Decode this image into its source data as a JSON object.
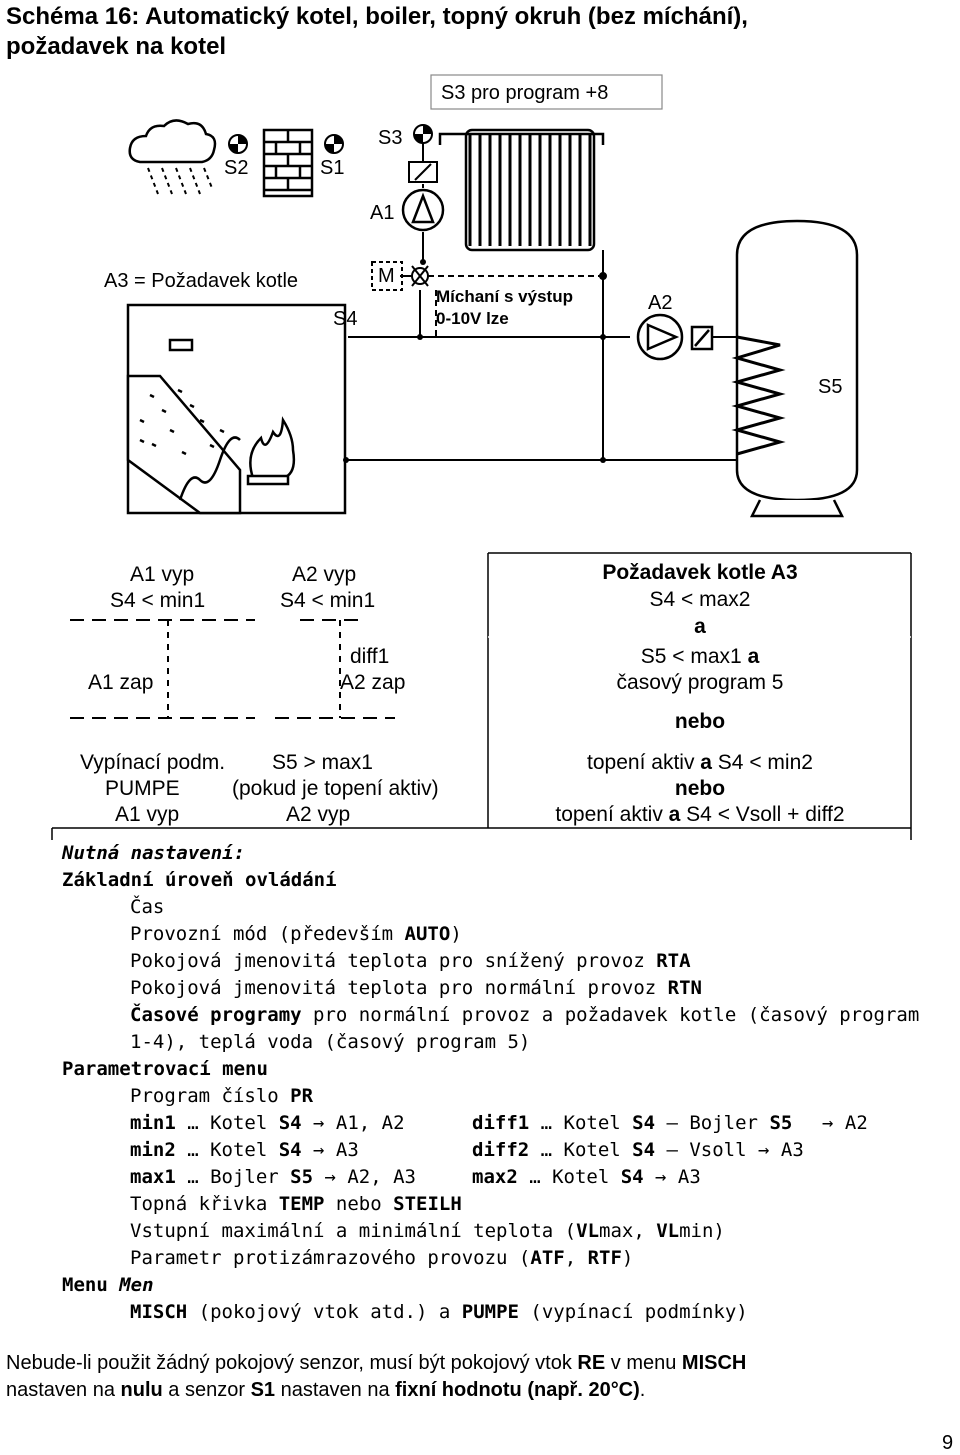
{
  "title": {
    "line1": "Schéma 16: Automatický kotel, boiler, topný okruh (bez míchání),",
    "line2": "požadavek na kotel"
  },
  "diagram": {
    "s3_program_note": "S3 pro program +8",
    "sensor_s2": "S2",
    "sensor_s1": "S1",
    "sensor_s3": "S3",
    "pump_a1": "A1",
    "a3_label": "A3 = Požadavek kotle",
    "motor_m": "M",
    "mixer_note_1": "Míchaní s výstup",
    "mixer_note_2": "0-10V lze",
    "sensor_s4": "S4",
    "pump_a2": "A2",
    "sensor_s5": "S5"
  },
  "left_box": {
    "a1_off": "A1 vyp",
    "a1_off_cond": "S4 < min1",
    "a2_off": "A2 vyp",
    "a2_off_cond": "S4 < min1",
    "diff1": "diff1",
    "a1_on": "A1 zap",
    "a2_on": "A2 zap",
    "stop_cond": "Vypínací podm.",
    "s5_max1": "S5 > max1",
    "pumpe": "PUMPE",
    "if_heating": "(pokud je topení aktiv)",
    "a1_off_2": "A1 vyp",
    "a2_off_2": "A2 vyp"
  },
  "right_box": {
    "heading": "Požadavek kotle A3",
    "l1": "S4 < max2",
    "l2": "a",
    "l3a": "S5 < max1 ",
    "l3b": "a",
    "l4": "časový program 5",
    "l5": "nebo",
    "l6a": "topení aktiv ",
    "l6b": "a",
    "l6c": " S4 < min2",
    "l7": "nebo",
    "l8a": "topení aktiv ",
    "l8b": "a",
    "l8c": " S4 < Vsoll + diff2"
  },
  "settings": {
    "heading": "Nutná nastavení:",
    "basic": "Základní úroveň ovládání",
    "time": "Čas",
    "mode_a": "Provozní mód (především ",
    "mode_b": "AUTO",
    "mode_c": ")",
    "rta_a": "Pokojová jmenovitá teplota pro snížený provoz ",
    "rta_b": "RTA",
    "rtn_a": "Pokojová jmenovitá teplota pro normální provoz ",
    "rtn_b": "RTN",
    "prog_a": "Časové programy",
    "prog_b": " pro normální provoz a požadavek kotle (časový program",
    "prog_c": "1-4), teplá voda (časový program 5)",
    "param_menu": "Parametrovací menu",
    "prog_num_a": "Program číslo ",
    "prog_num_b": "PR",
    "min1_k": "min1",
    "min1_t": " … Kotel ",
    "min1_s": "S4",
    "min1_r": " → A1, A2",
    "diff1_k": "diff1",
    "diff1_t": " … Kotel ",
    "diff1_s": "S4",
    "diff1_m": " – Bojler ",
    "diff1_s2": "S5",
    "diff1_r": "→ A2",
    "min2_k": "min2",
    "min2_t": " … Kotel ",
    "min2_s": "S4",
    "min2_r": " → A3",
    "diff2_k": "diff2",
    "diff2_t": " … Kotel ",
    "diff2_s": "S4",
    "diff2_m": " – Vsoll ",
    "diff2_r": "→ A3",
    "max1_k": "max1",
    "max1_t": " … Bojler ",
    "max1_s": "S5",
    "max1_r": " → A2, A3",
    "max2_k": "max2",
    "max2_t": " … Kotel ",
    "max2_s": "S4",
    "max2_r": " → A3",
    "curve_a": "Topná křivka ",
    "curve_b": "TEMP",
    "curve_c": " nebo ",
    "curve_d": "STEILH",
    "vl_a": "Vstupní maximální a minimální teplota (",
    "vl_b": "VL",
    "vl_c": "max, ",
    "vl_d": "VL",
    "vl_e": "min)",
    "frost_a": "Parametr protizámrazového provozu (",
    "frost_b": "ATF",
    "frost_c": ", ",
    "frost_d": "RTF",
    "frost_e": ")",
    "menu_a": "Menu ",
    "menu_b": "Men",
    "misch_a": "MISCH",
    "misch_b": " (pokojový vtok atd.) a ",
    "misch_c": "PUMPE",
    "misch_d": " (vypínací podmínky)"
  },
  "footer": {
    "a": "Nebude-li použit žádný pokojový senzor, musí být pokojový vtok ",
    "b": "RE",
    "c": " v menu ",
    "d": "MISCH",
    "e": "nastaven na ",
    "f": "nulu",
    "g": " a senzor ",
    "h": "S1",
    "i": " nastaven na ",
    "j": "fixní hodnotu (např. 20°C)",
    "k": "."
  },
  "page_number": "9"
}
